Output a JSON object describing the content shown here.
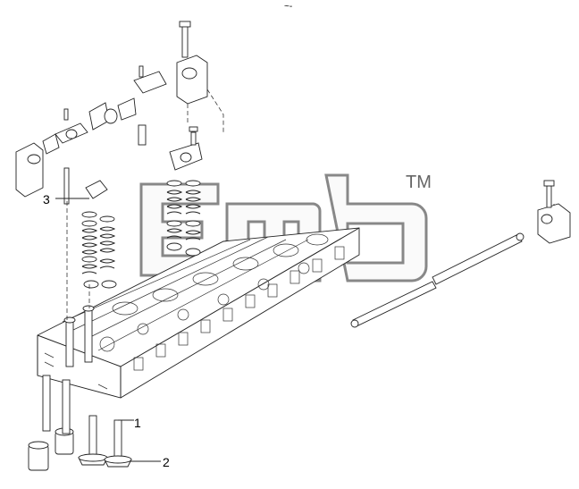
{
  "figure": {
    "header_mark": "~-",
    "watermark": {
      "text": "",
      "trademark": "TM",
      "color": "#888888"
    },
    "callouts": [
      {
        "id": "1",
        "label": "1"
      },
      {
        "id": "2",
        "label": "2"
      },
      {
        "id": "3",
        "label": "3"
      }
    ],
    "parts": [
      "cylinder-head",
      "valve",
      "valve-guide",
      "valve-spring",
      "spring-retainer",
      "rocker-arm",
      "rocker-shaft",
      "rocker-bracket",
      "adjusting-screw",
      "bolt"
    ]
  }
}
